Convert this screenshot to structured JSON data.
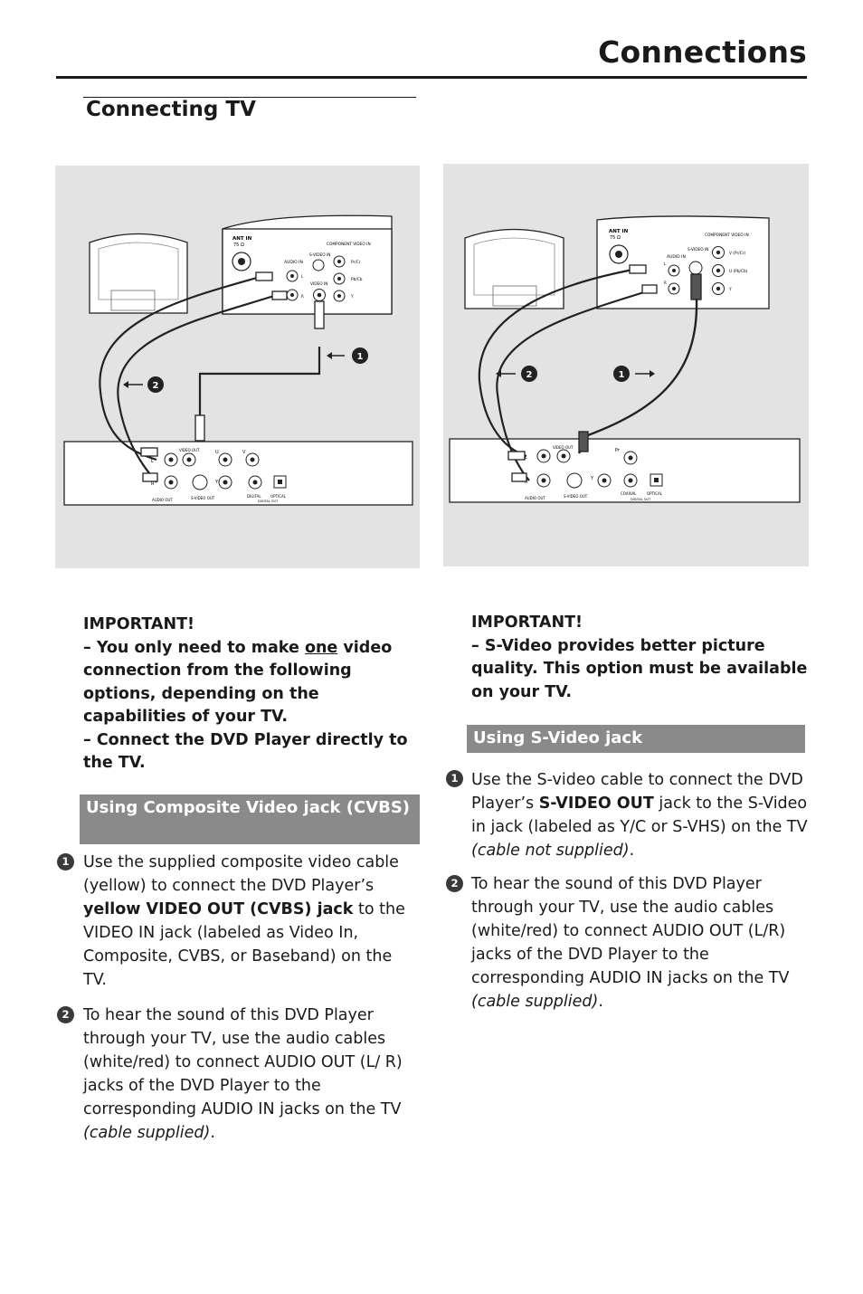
{
  "header": {
    "title": "Connections"
  },
  "section": {
    "title": "Connecting TV"
  },
  "figures": {
    "left": {
      "ant_in": "ANT IN",
      "ant_ohm": "75 Ω",
      "audio_in": "AUDIO IN",
      "video_in": "VIDEO IN",
      "s_video_in": "S-VIDEO IN",
      "component_video_in": "COMPONENT VIDEO IN",
      "pr": "Pr/Cr",
      "pb": "Pb/Cb",
      "y": "Y",
      "video_out": "VIDEO OUT",
      "audio_out": "AUDIO OUT",
      "s_video_out": "S-VIDEO OUT",
      "digital": "DIGITAL",
      "optical": "OPTICAL",
      "digital_out": "DIGITAL OUT",
      "l": "L",
      "r": "R",
      "u": "U",
      "v": "V",
      "marker1": "1",
      "marker2": "2"
    },
    "right": {
      "ant_in": "ANT IN",
      "ant_ohm": "75 Ω",
      "audio_in": "AUDIO IN",
      "s_video_in": "S-VIDEO IN",
      "component_video_in": "COMPONENT VIDEO IN",
      "v_label": "V (Pr/Cr)",
      "u_label": "U (Pb/Cb)",
      "y": "Y",
      "video_out": "VIDEO OUT",
      "audio_out": "AUDIO OUT",
      "s_video_out": "S-VIDEO OUT",
      "coaxial": "COAXIAL",
      "optical": "OPTICAL",
      "digital_out": "DIGITAL OUT",
      "l": "L",
      "r": "R",
      "pr_short": "Pr",
      "marker1": "1",
      "marker2": "2"
    }
  },
  "left_column": {
    "important": {
      "heading": "IMPORTANT!",
      "line1_pre": "–  You only need to make ",
      "line1_under": "one",
      "line1_post": " video connection from the following options, depending on the capabilities of your TV.",
      "line2": "–  Connect the DVD Player directly to the TV."
    },
    "bar": "Using Composite Video jack (CVBS)",
    "steps": [
      {
        "num": "1",
        "a": "Use the supplied composite video cable (yellow) to connect the DVD Player’s ",
        "bold": "yellow VIDEO OUT (CVBS) jack",
        "b": " to the VIDEO IN jack (labeled as Video In, Composite, CVBS, or Baseband) on the TV."
      },
      {
        "num": "2",
        "a": "To hear the sound of this DVD Player through your TV, use the audio cables (white/red) to connect AUDIO OUT (L/ R) jacks of the DVD Player to the corresponding AUDIO IN jacks on the TV ",
        "italic": "(cable supplied)",
        "b": "."
      }
    ]
  },
  "right_column": {
    "important": {
      "heading": "IMPORTANT!",
      "line1": "–  S-Video provides better picture quality. This option must be available on your TV."
    },
    "bar": "Using S-Video jack",
    "steps": [
      {
        "num": "1",
        "a": "Use the S-video cable to connect the DVD Player’s ",
        "bold": "S-VIDEO OUT",
        "b": " jack to the S-Video in jack (labeled as Y/C or S-VHS) on the TV ",
        "italic": "(cable not supplied)",
        "c": "."
      },
      {
        "num": "2",
        "a": "To hear the sound of this DVD Player through your TV, use the audio cables (white/red) to connect AUDIO OUT (L/R) jacks of the DVD Player to the corresponding AUDIO IN jacks on the TV ",
        "italic": "(cable supplied)",
        "b": "."
      }
    ]
  }
}
